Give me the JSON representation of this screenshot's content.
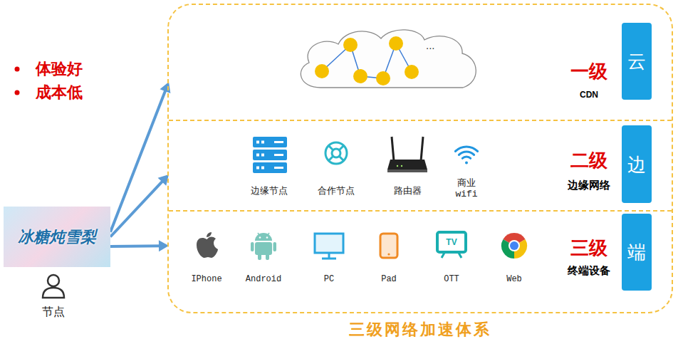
{
  "diagram": {
    "title": "三级网络加速体系",
    "nodes": [
      {
        "text": [
          "冰糖炖雪梨",
          "节点"
        ]
      },
      {
        "text": [
          "三级网络加速体系"
        ]
      },
      {
        "text": [
          "一级",
          "CDN"
        ],
        "in": 1
      },
      {
        "text": [
          "..."
        ],
        "in": 2
      },
      {
        "text": [
          "云"
        ],
        "in": 2
      },
      {
        "text": [
          "二级",
          "边缘网络"
        ],
        "in": 1
      },
      {
        "text": [
          "边"
        ],
        "in": 5
      },
      {
        "text": [
          "三级",
          "终端设备"
        ],
        "in": 1
      },
      {
        "text": [
          "端"
        ],
        "in": 7
      }
    ],
    "edges": [
      {
        "from": 0,
        "to": 2,
        "arrow": "to"
      },
      {
        "from": 0,
        "to": 5,
        "arrow": "to"
      },
      {
        "from": 0,
        "to": 7,
        "arrow": "to"
      }
    ],
    "labels": [
      "体验好",
      "成本低",
      "边缘节点",
      "合作节点",
      "路由器",
      "商业 wifi",
      "IPhone",
      "Android",
      "PC",
      "Pad",
      "OTT",
      "TV",
      "Web"
    ]
  }
}
